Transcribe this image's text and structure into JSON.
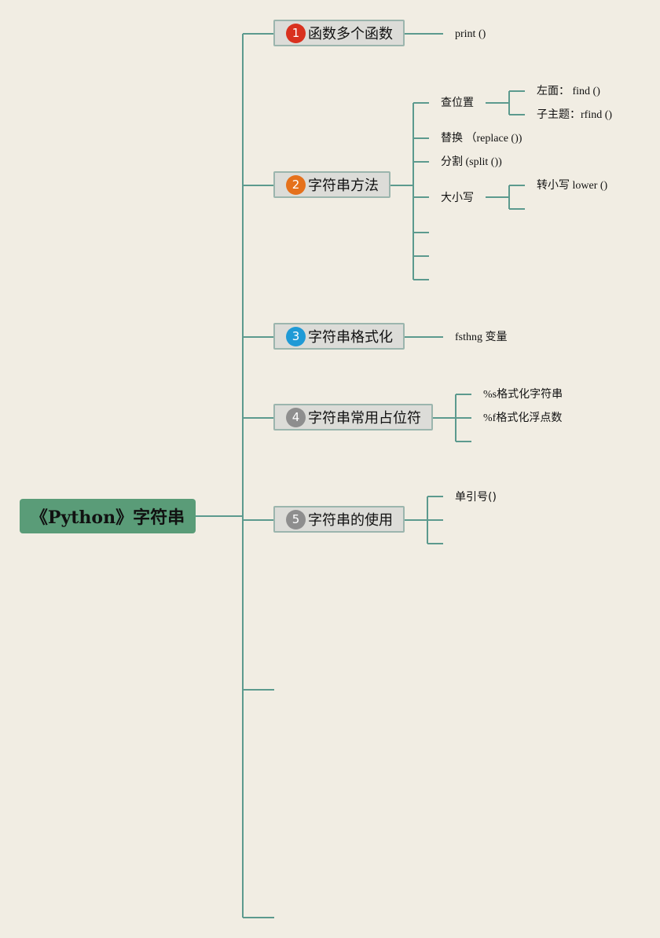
{
  "root": {
    "label": "《Python》字符串",
    "color": "#5a9c78"
  },
  "topics": [
    {
      "number": "1",
      "badge_color": "#d9311f",
      "label": "函数多个函数",
      "children": [
        {
          "label": "print ()"
        }
      ]
    },
    {
      "number": "2",
      "badge_color": "#e5711c",
      "label": "字符串方法",
      "children": [
        {
          "label": "查位置",
          "children": [
            {
              "label": "左面： find ()"
            },
            {
              "label": "子主题：rfind ()"
            }
          ]
        },
        {
          "label": "替换 （replace ())"
        },
        {
          "label": "分割 (split ())"
        },
        {
          "label": "大小写",
          "children": [
            {
              "label": "转小写 lower ()"
            },
            {
              "label": ""
            }
          ]
        },
        {
          "label": ""
        },
        {
          "label": ""
        },
        {
          "label": ""
        }
      ]
    },
    {
      "number": "3",
      "badge_color": "#1f9ad6",
      "label": "字符串格式化",
      "children": [
        {
          "label": "fsthng 变量"
        }
      ]
    },
    {
      "number": "4",
      "badge_color": "#8e8e8e",
      "label": "字符串常用占位符",
      "children": [
        {
          "label": "%s格式化字符串"
        },
        {
          "label": "%f格式化浮点数"
        },
        {
          "label": ""
        }
      ]
    },
    {
      "number": "5",
      "badge_color": "#8e8e8e",
      "label": "字符串的使用",
      "children": [
        {
          "label": "单引号()"
        },
        {
          "label": ""
        },
        {
          "label": ""
        }
      ]
    },
    {
      "label": ""
    },
    {
      "label": ""
    }
  ],
  "line_color": "#5c9a8e"
}
